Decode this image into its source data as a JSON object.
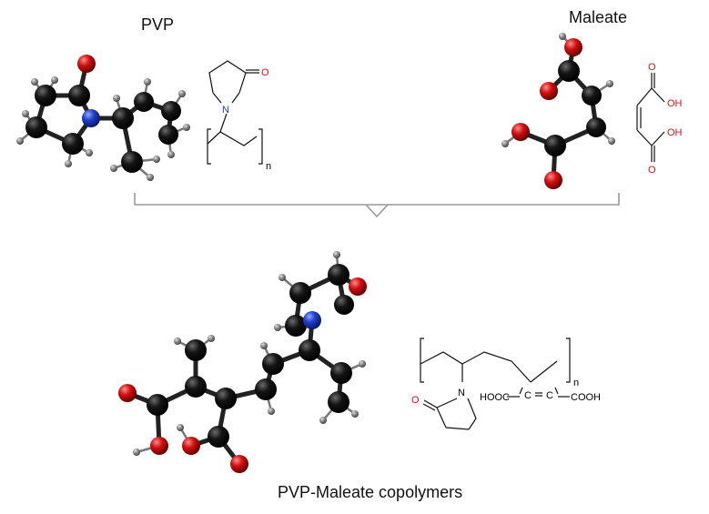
{
  "labels": {
    "pvp": "PVP",
    "maleate": "Maleate",
    "copolymer": "PVP-Maleate copolymers"
  },
  "structure_text": {
    "pvp_N": "N",
    "pvp_O": "O",
    "pvp_n": "n",
    "mal_O1": "O",
    "mal_OH1": "OH",
    "mal_O2": "O",
    "mal_OH2": "OH",
    "co_C1": "C",
    "co_C2": "C",
    "co_HOOC": "HOOC",
    "co_COOH": "COOH",
    "co_N": "N",
    "co_O": "O",
    "co_n": "n"
  },
  "colors": {
    "carbon": "#0a0a0a",
    "hydrogen": "#8a8a8a",
    "oxygen": "#d01010",
    "nitrogen": "#1f3fc9",
    "arrow": "#999999"
  }
}
